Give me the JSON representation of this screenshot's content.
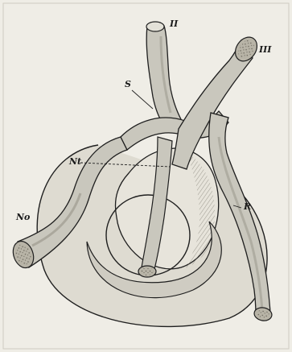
{
  "labels": {
    "ii": "II",
    "iii": "III",
    "s": "S",
    "nt": "Nt",
    "no": "No",
    "r": "R"
  },
  "colors": {
    "paper": "#efede6",
    "ink": "#1f1f1f",
    "vessel_fill": "#c9c7bd",
    "vessel_light": "#e3e1d8",
    "shade": "#9e9b90",
    "cut_end": "#b8b4a7"
  }
}
